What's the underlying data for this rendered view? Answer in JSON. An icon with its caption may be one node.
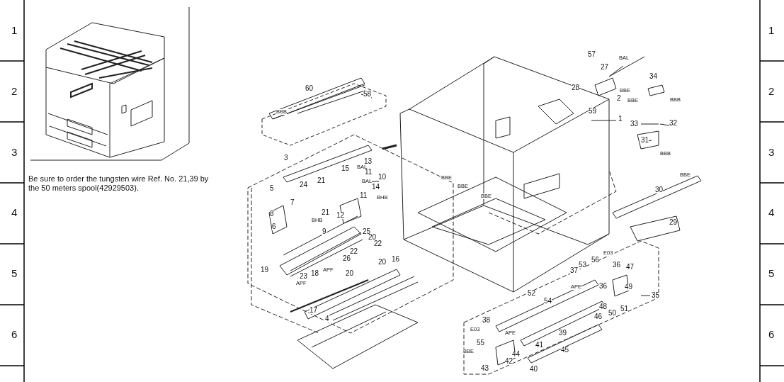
{
  "diagram": {
    "labels": [
      "1",
      "2",
      "3",
      "4",
      "5",
      "6",
      "Be sure to order the tungsten wire Ref. No. 21,39 by the 50 meters spool(42929503).",
      "57",
      "BAL",
      "27",
      "28",
      "BBE",
      "2",
      "59",
      "1",
      "34",
      "BBE",
      "BBB",
      "33",
      "32",
      "31",
      "BBB",
      "60",
      "58",
      "BBB",
      "3",
      "13",
      "BAL",
      "15",
      "11",
      "10",
      "24",
      "21",
      "BAL",
      "14",
      "11",
      "BHB",
      "5",
      "7",
      "8",
      "21",
      "BHB",
      "12",
      "6",
      "9",
      "25",
      "20",
      "22",
      "22",
      "26",
      "20",
      "APF",
      "20",
      "19",
      "23",
      "18",
      "16",
      "APF",
      "17",
      "4",
      "BBE",
      "BBE",
      "BBE",
      "BBE",
      "30",
      "29",
      "E03",
      "56",
      "53",
      "36",
      "47",
      "37",
      "52",
      "36",
      "APE",
      "49",
      "35",
      "54",
      "48",
      "51",
      "50",
      "46",
      "38",
      "E03",
      "APE",
      "39",
      "55",
      "41",
      "44",
      "45",
      "42",
      "BBE",
      "43",
      "40",
      "1",
      "2",
      "3",
      "4",
      "5",
      "6"
    ]
  }
}
